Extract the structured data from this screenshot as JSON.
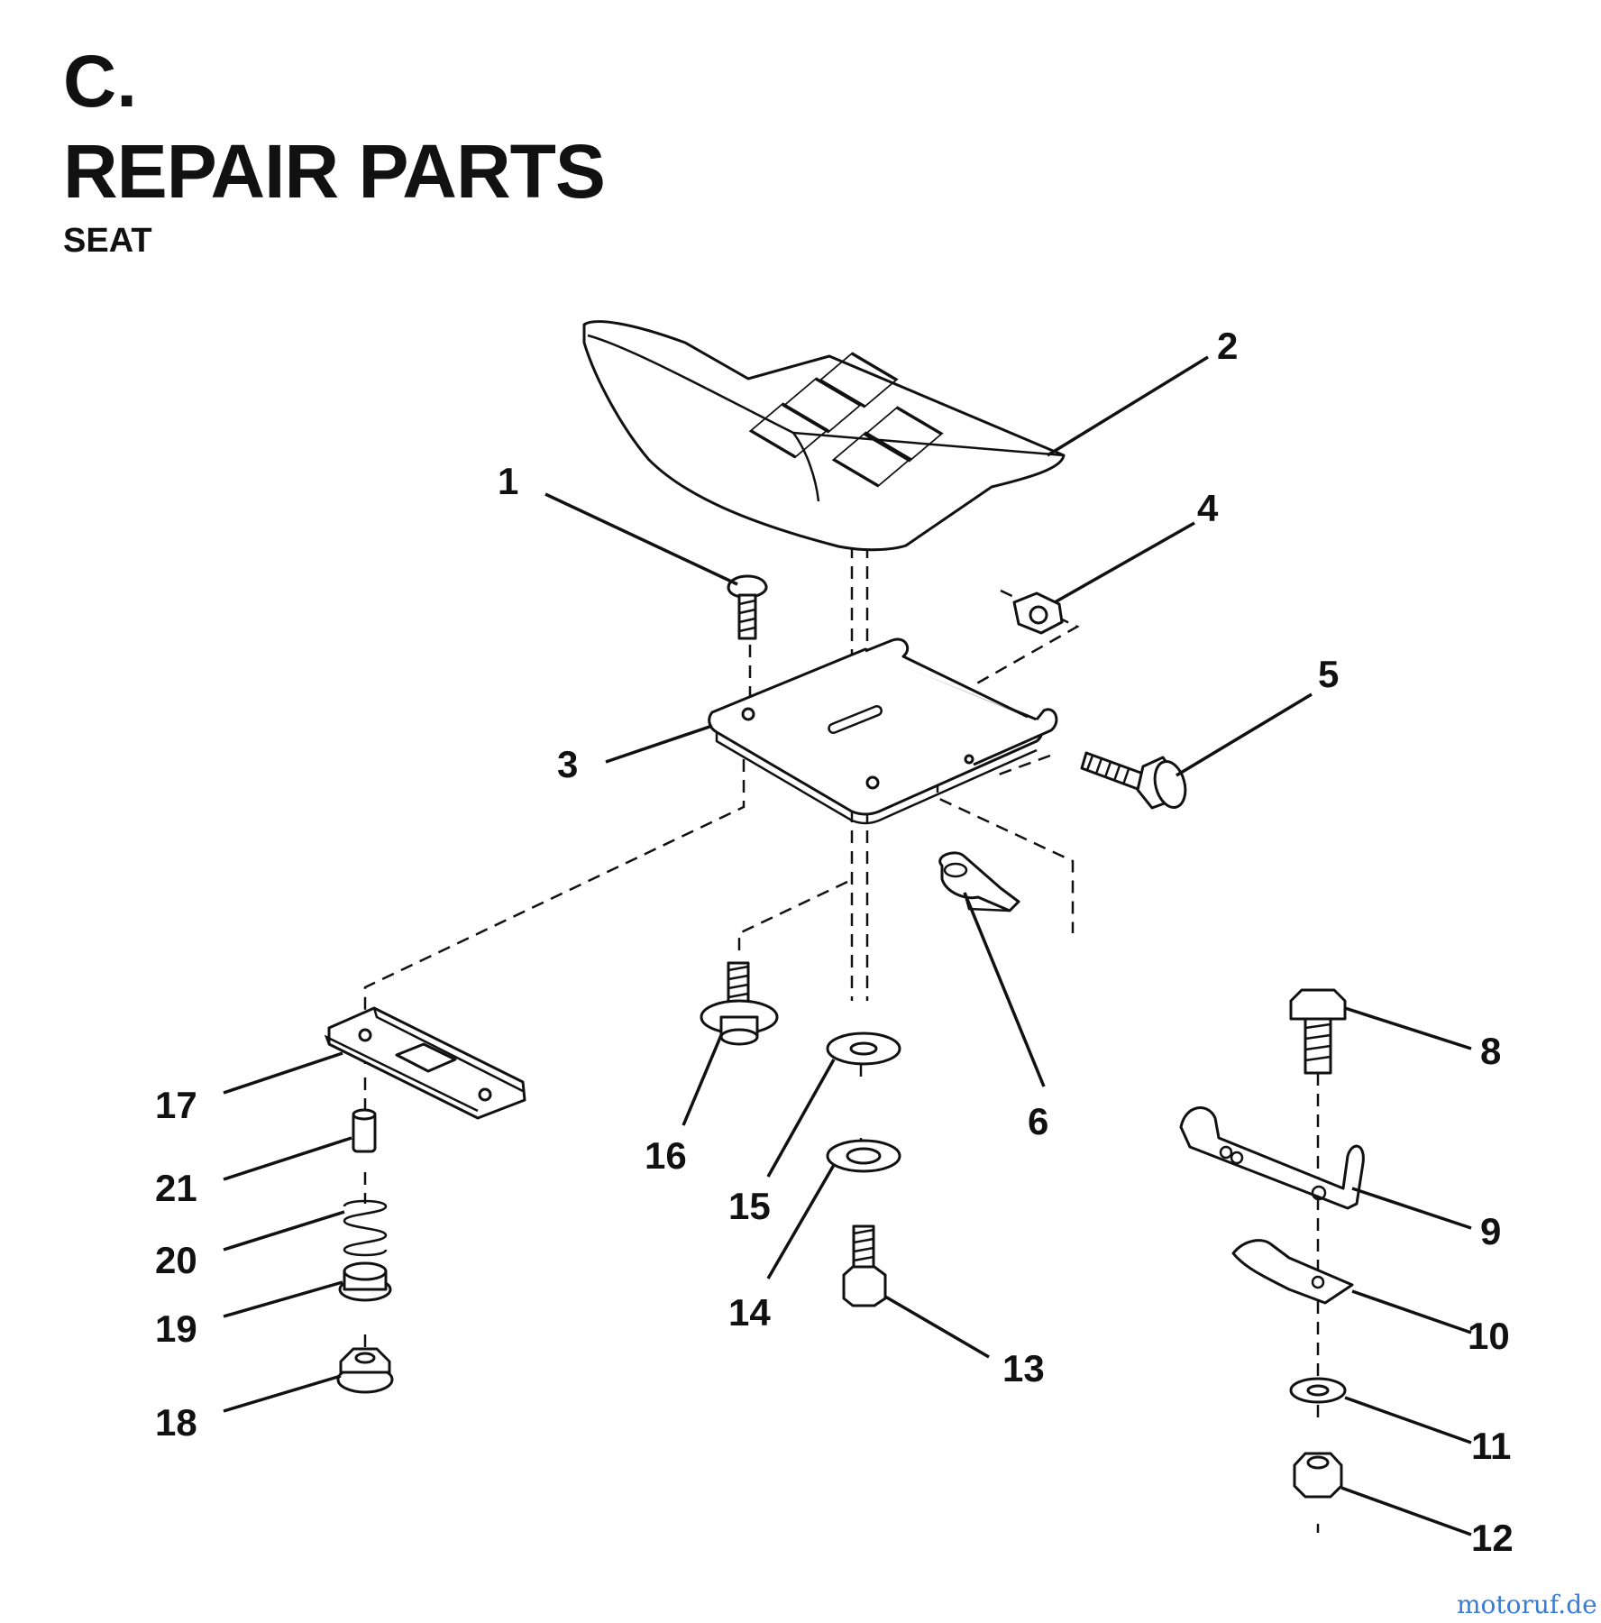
{
  "header": {
    "section_letter": "C.",
    "title": "REPAIR PARTS",
    "subtitle": "SEAT"
  },
  "callouts": [
    "1",
    "2",
    "3",
    "4",
    "5",
    "6",
    "8",
    "9",
    "10",
    "11",
    "12",
    "13",
    "14",
    "15",
    "16",
    "17",
    "18",
    "19",
    "20",
    "21"
  ],
  "watermark": "motoruf.de"
}
